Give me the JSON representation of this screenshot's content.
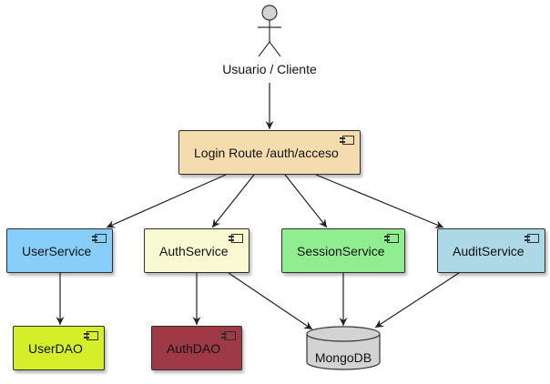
{
  "actor": {
    "label": "Usuario / Cliente"
  },
  "components": {
    "login_route": {
      "label": "Login Route /auth/acceso",
      "color": "#f5dcae"
    },
    "user_service": {
      "label": "UserService",
      "color": "#87cefa"
    },
    "auth_service": {
      "label": "AuthService",
      "color": "#fafad2"
    },
    "session_service": {
      "label": "SessionService",
      "color": "#90ee90"
    },
    "audit_service": {
      "label": "AuditService",
      "color": "#add8e6"
    },
    "user_dao": {
      "label": "UserDAO",
      "color": "#d4ee2a"
    },
    "auth_dao": {
      "label": "AuthDAO",
      "color": "#9e3a46"
    }
  },
  "database": {
    "label": "MongoDB",
    "color": "#d3d3d3"
  },
  "edges": [
    {
      "from": "actor",
      "to": "login_route"
    },
    {
      "from": "login_route",
      "to": "user_service"
    },
    {
      "from": "login_route",
      "to": "auth_service"
    },
    {
      "from": "login_route",
      "to": "session_service"
    },
    {
      "from": "login_route",
      "to": "audit_service"
    },
    {
      "from": "user_service",
      "to": "user_dao"
    },
    {
      "from": "auth_service",
      "to": "auth_dao"
    },
    {
      "from": "auth_service",
      "to": "database"
    },
    {
      "from": "session_service",
      "to": "database"
    },
    {
      "from": "audit_service",
      "to": "database"
    }
  ],
  "icons": {
    "actor": "stick-figure-icon",
    "component": "component-icon",
    "database": "database-cylinder-icon"
  }
}
